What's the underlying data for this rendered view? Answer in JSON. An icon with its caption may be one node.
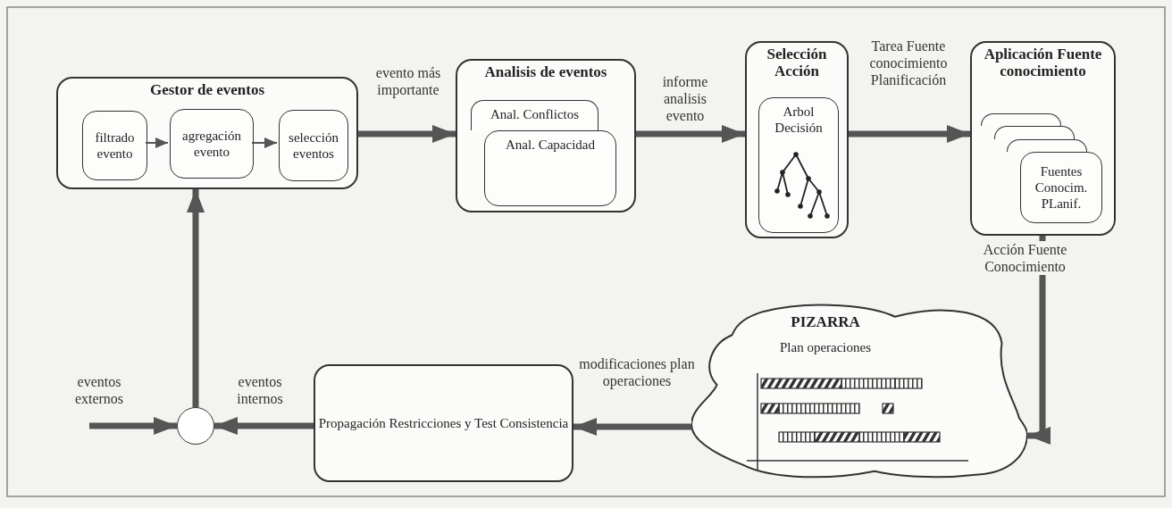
{
  "diagram": {
    "nodes": [
      {
        "text": [
          "Gestor de eventos"
        ]
      },
      {
        "text": [
          "filtrado evento"
        ],
        "in": 0
      },
      {
        "text": [
          "agregación evento"
        ],
        "in": 0
      },
      {
        "text": [
          "selección eventos"
        ],
        "in": 0
      },
      {
        "text": [
          "Analisis de eventos"
        ]
      },
      {
        "text": [
          "Anal. Conflictos"
        ],
        "in": 4
      },
      {
        "text": [
          "Anal. Capacidad"
        ],
        "in": 4
      },
      {
        "text": [
          "Selección Acción"
        ]
      },
      {
        "text": [
          "Arbol Decisión"
        ],
        "in": 7
      },
      {
        "text": [
          "Aplicación Fuente conocimiento"
        ]
      },
      {
        "text": [],
        "shape": "box",
        "in": 9
      },
      {
        "text": [],
        "shape": "box",
        "in": 9
      },
      {
        "text": [],
        "shape": "box",
        "in": 9
      },
      {
        "text": [
          "Fuentes Conocim. PLanif."
        ],
        "in": 9
      },
      {
        "text": [
          "PIZARRA",
          "Plan operaciones"
        ]
      },
      {
        "text": [
          "Propagación Restricciones y Test Consistencia"
        ]
      },
      {
        "text": [],
        "shape": "circle"
      }
    ],
    "edges": [
      {
        "from": 1,
        "to": 2,
        "arrow": "to"
      },
      {
        "from": 2,
        "to": 3,
        "arrow": "to"
      },
      {
        "from": 0,
        "to": 4,
        "arrow": "to",
        "label": "evento más importante"
      },
      {
        "from": 4,
        "to": 7,
        "arrow": "to",
        "label": "informe analisis evento"
      },
      {
        "from": 7,
        "to": 9,
        "arrow": "to",
        "label": "Tarea Fuente conocimiento Planificación"
      },
      {
        "from": 9,
        "to": 14,
        "arrow": "to",
        "label": "Acción Fuente Conocimiento"
      },
      {
        "from": 14,
        "to": 15,
        "arrow": "to",
        "label": "modificaciones plan operaciones"
      },
      {
        "from": 15,
        "to": 16,
        "arrow": "to",
        "label": "eventos internos"
      },
      {
        "from": null,
        "to": 16,
        "arrow": "to",
        "label": "eventos externos"
      },
      {
        "from": 16,
        "to": 0,
        "arrow": "to"
      }
    ]
  }
}
